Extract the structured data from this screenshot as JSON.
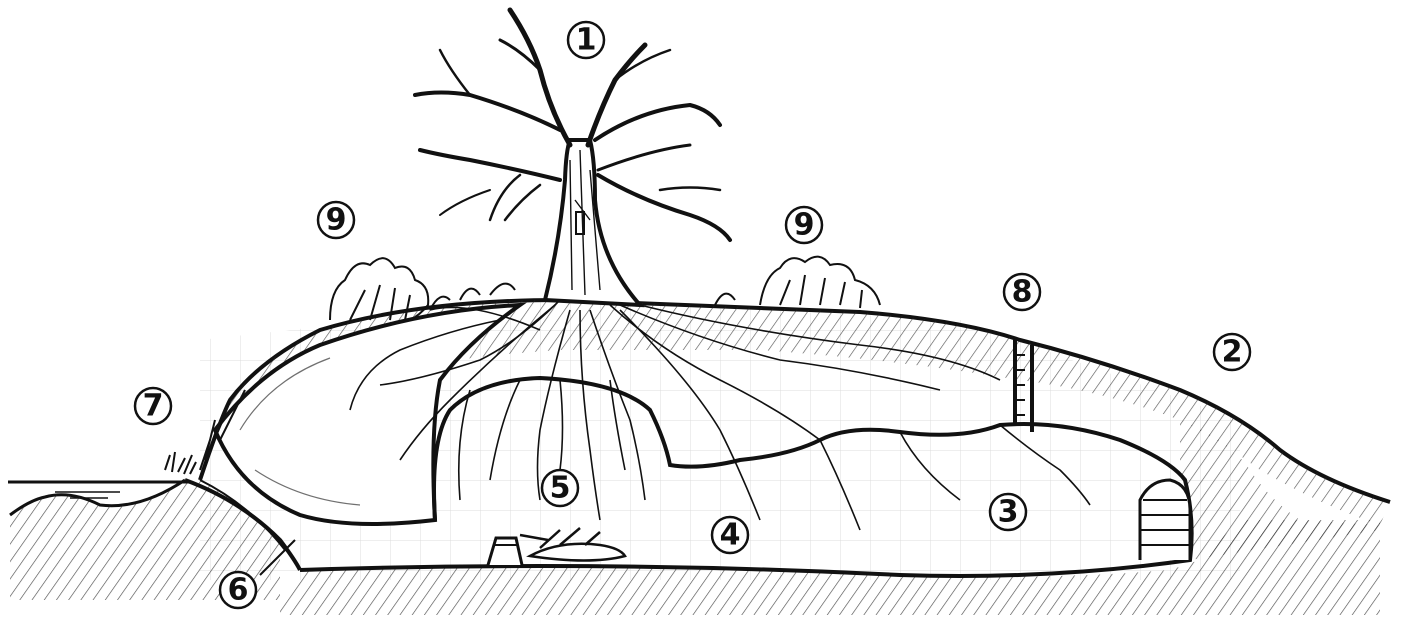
{
  "diagram": {
    "labels": [
      "1",
      "2",
      "3",
      "4",
      "5",
      "6",
      "7",
      "8",
      "9",
      "9"
    ],
    "ink_color": "#111111",
    "grid_color": "#d8d8d8",
    "background": "#ffffff"
  }
}
